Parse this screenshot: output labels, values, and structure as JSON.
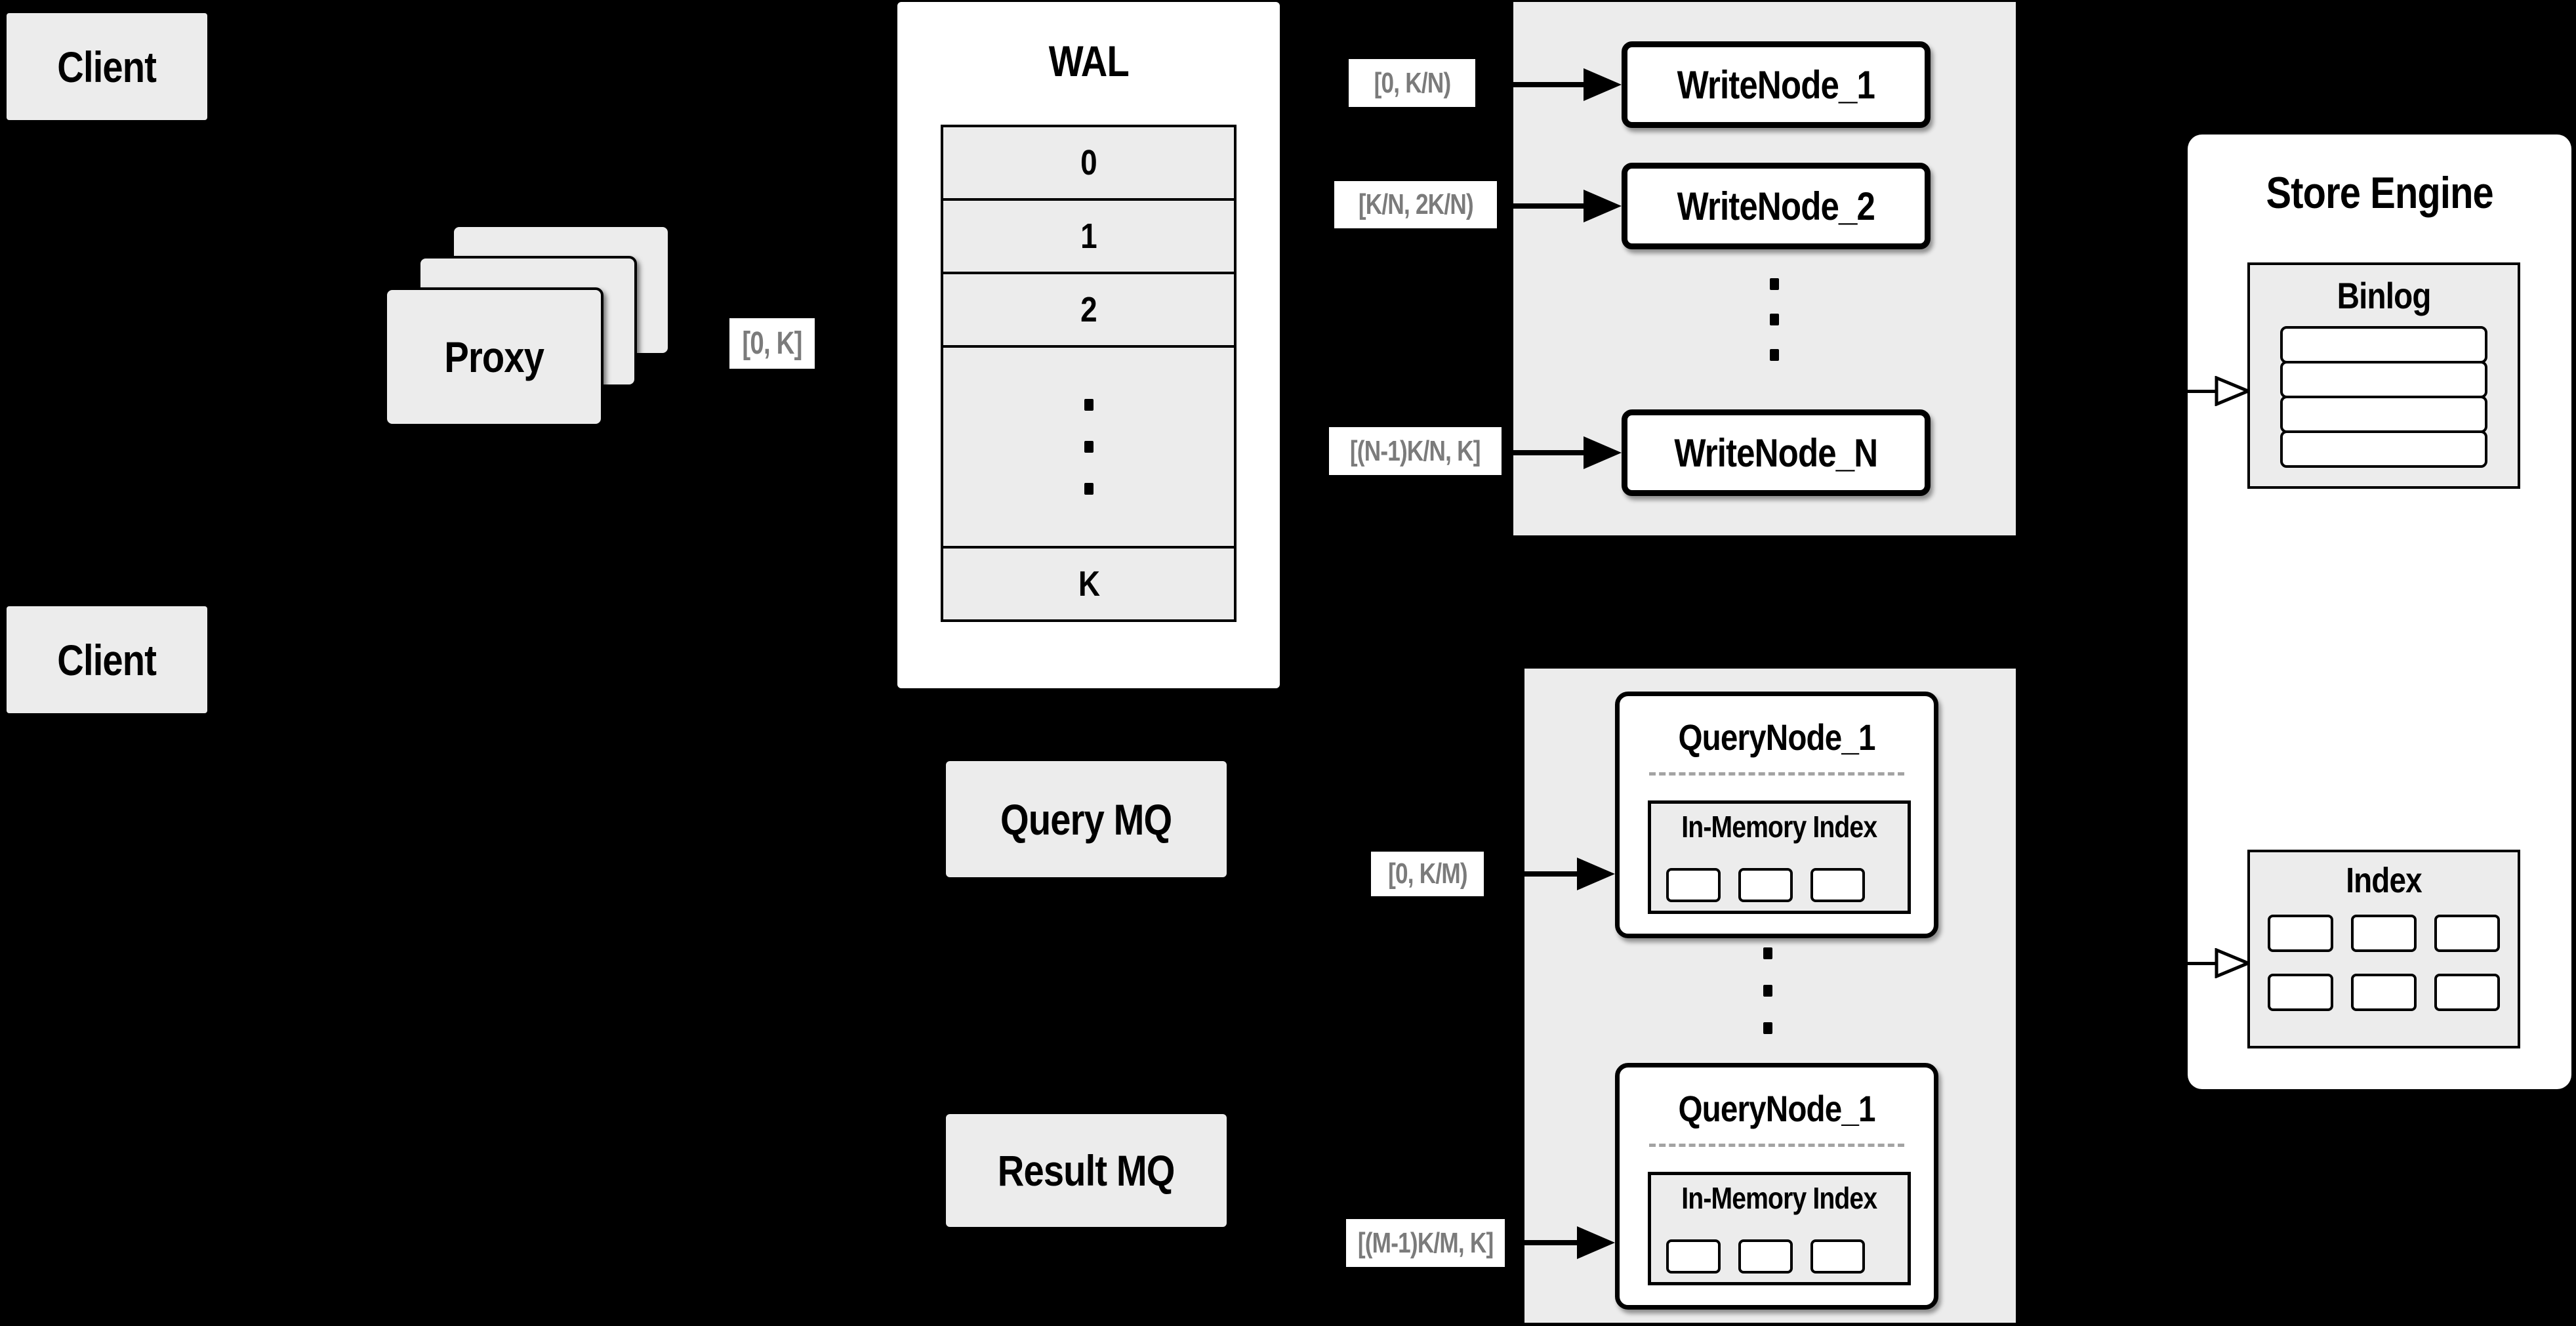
{
  "colors": {
    "background": "#000000",
    "panel_white": "#ffffff",
    "box_gray": "#ececec",
    "stroke": "#000000",
    "range_label_text": "#7b7b7b",
    "dashed_divider": "#a3a3a3"
  },
  "clients": {
    "top": {
      "label": "Client"
    },
    "bottom": {
      "label": "Client"
    }
  },
  "proxy": {
    "label": "Proxy",
    "range_label": "[0, K]"
  },
  "wal": {
    "title": "WAL",
    "slots": [
      "0",
      "1",
      "2"
    ],
    "ellipsis": "...",
    "last_slot": "K"
  },
  "write_cluster": {
    "ellipsis": "...",
    "nodes": [
      {
        "label": "WriteNode_1",
        "range_label": "[0, K/N)"
      },
      {
        "label": "WriteNode_2",
        "range_label": "[K/N, 2K/N)"
      },
      {
        "label": "WriteNode_N",
        "range_label": "[(N-1)K/N, K]"
      }
    ]
  },
  "mq": {
    "query_label": "Query MQ",
    "result_label": "Result MQ"
  },
  "query_cluster": {
    "ellipsis": "...",
    "nodes": [
      {
        "label": "QueryNode_1",
        "panel_title": "In-Memory Index",
        "range_label": "[0, K/M)"
      },
      {
        "label": "QueryNode_1",
        "panel_title": "In-Memory Index",
        "range_label": "[(M-1)K/M, K]"
      }
    ]
  },
  "store_engine": {
    "title": "Store Engine",
    "binlog_title": "Binlog",
    "index_title": "Index"
  }
}
